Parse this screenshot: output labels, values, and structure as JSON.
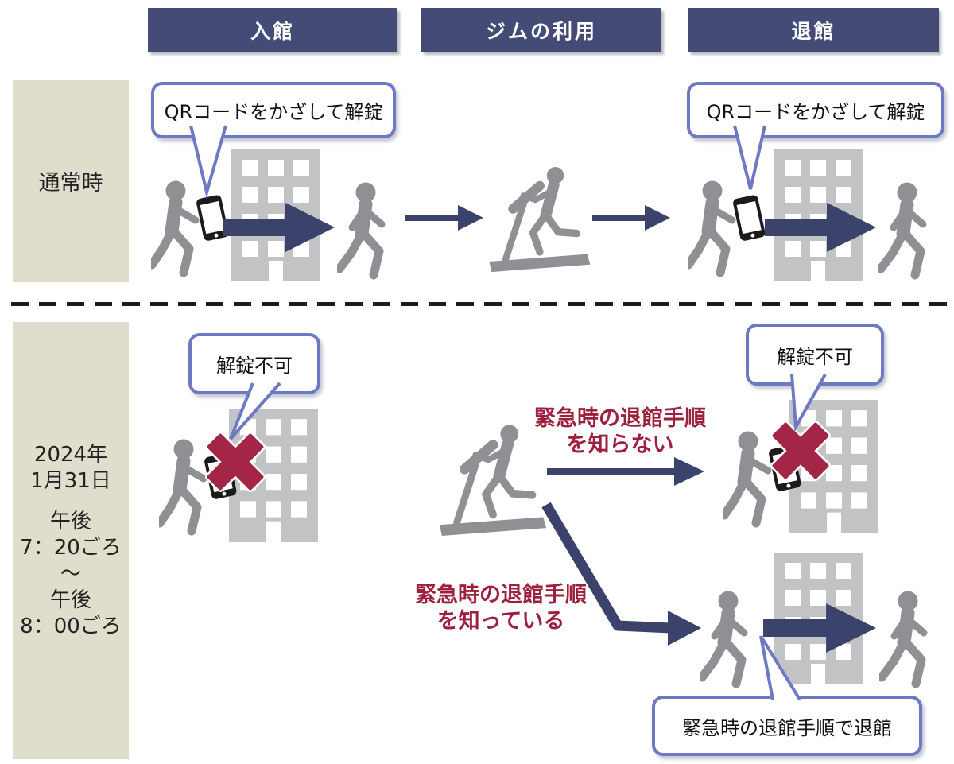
{
  "header": {
    "entry": "入館",
    "gym": "ジムの利用",
    "exit": "退館"
  },
  "normal_row": {
    "label": "通常時",
    "entry_bubble": "QRコードをかざして解錠",
    "exit_bubble": "QRコードをかざして解錠"
  },
  "incident_row": {
    "label_date": [
      "2024年",
      "1月31日"
    ],
    "label_time": [
      "午後",
      "7：20ごろ",
      "～",
      "午後",
      "8：00ごろ"
    ],
    "entry_fail_bubble": "解錠不可",
    "exit_fail_bubble": "解錠不可",
    "not_know_annotation": [
      "緊急時の退館手順",
      "を知らない"
    ],
    "know_annotation": [
      "緊急時の退館手順",
      "を知っている"
    ],
    "exit_ok_bubble": "緊急時の退館手順で退館"
  },
  "icons": [
    "walking-person-icon",
    "person-with-phone-icon",
    "smartphone-icon",
    "building-icon",
    "treadmill-runner-icon",
    "thick-arrow-icon",
    "thin-arrow-icon",
    "bent-arrow-icon",
    "cross-icon",
    "speech-bubble-tail"
  ],
  "colors": {
    "header_navy": "#444b76",
    "arrow_navy": "#3b426c",
    "cross_crimson": "#a32646",
    "annotation_red": "#9e203f",
    "bubble_border": "#6e79c4",
    "panel_beige": "#dfdecd",
    "person_gray": "#8f9093",
    "building_gray": "#c1c3c5",
    "divider_black": "#1c1c1c"
  }
}
